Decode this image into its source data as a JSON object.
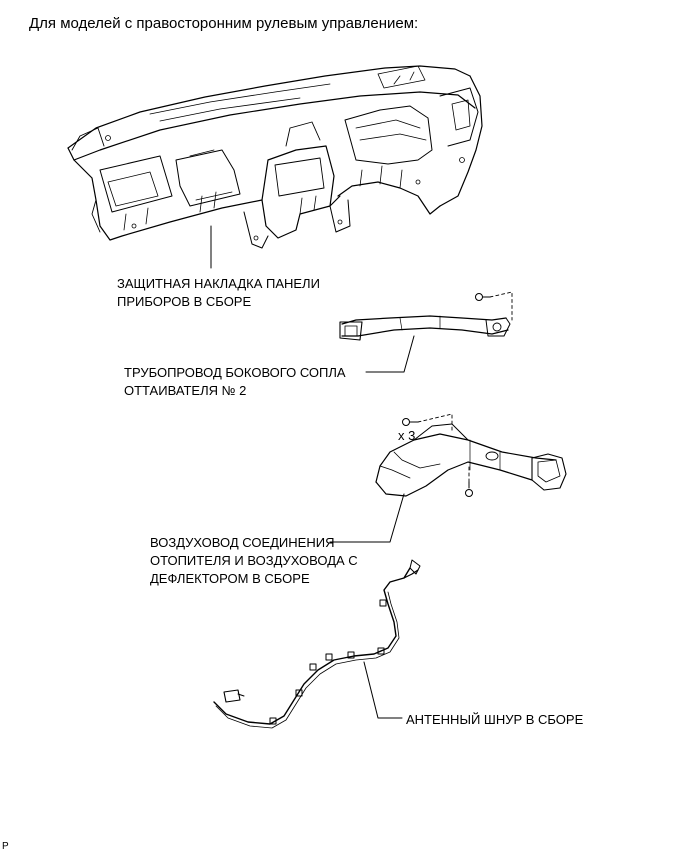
{
  "heading": "Для моделей с правосторонним рулевым управлением:",
  "labels": {
    "instrument_panel": [
      "ЗАЩИТНАЯ НАКЛАДКА ПАНЕЛИ",
      "ПРИБОРОВ В СБОРЕ"
    ],
    "defroster_duct": [
      "ТРУБОПРОВОД БОКОВОГО СОПЛА",
      "ОТТАИВАТЕЛЯ № 2"
    ],
    "heater_duct": [
      "ВОЗДУХОВОД СОЕДИНЕНИЯ",
      "ОТОПИТЕЛЯ И ВОЗДУХОВОДА С",
      "ДЕФЛЕКТОРОМ В СБОРЕ"
    ],
    "antenna_cord": [
      "АНТЕННЫЙ ШНУР В СБОРЕ"
    ]
  },
  "quantity_note": "x 3",
  "corner_mark": "P"
}
